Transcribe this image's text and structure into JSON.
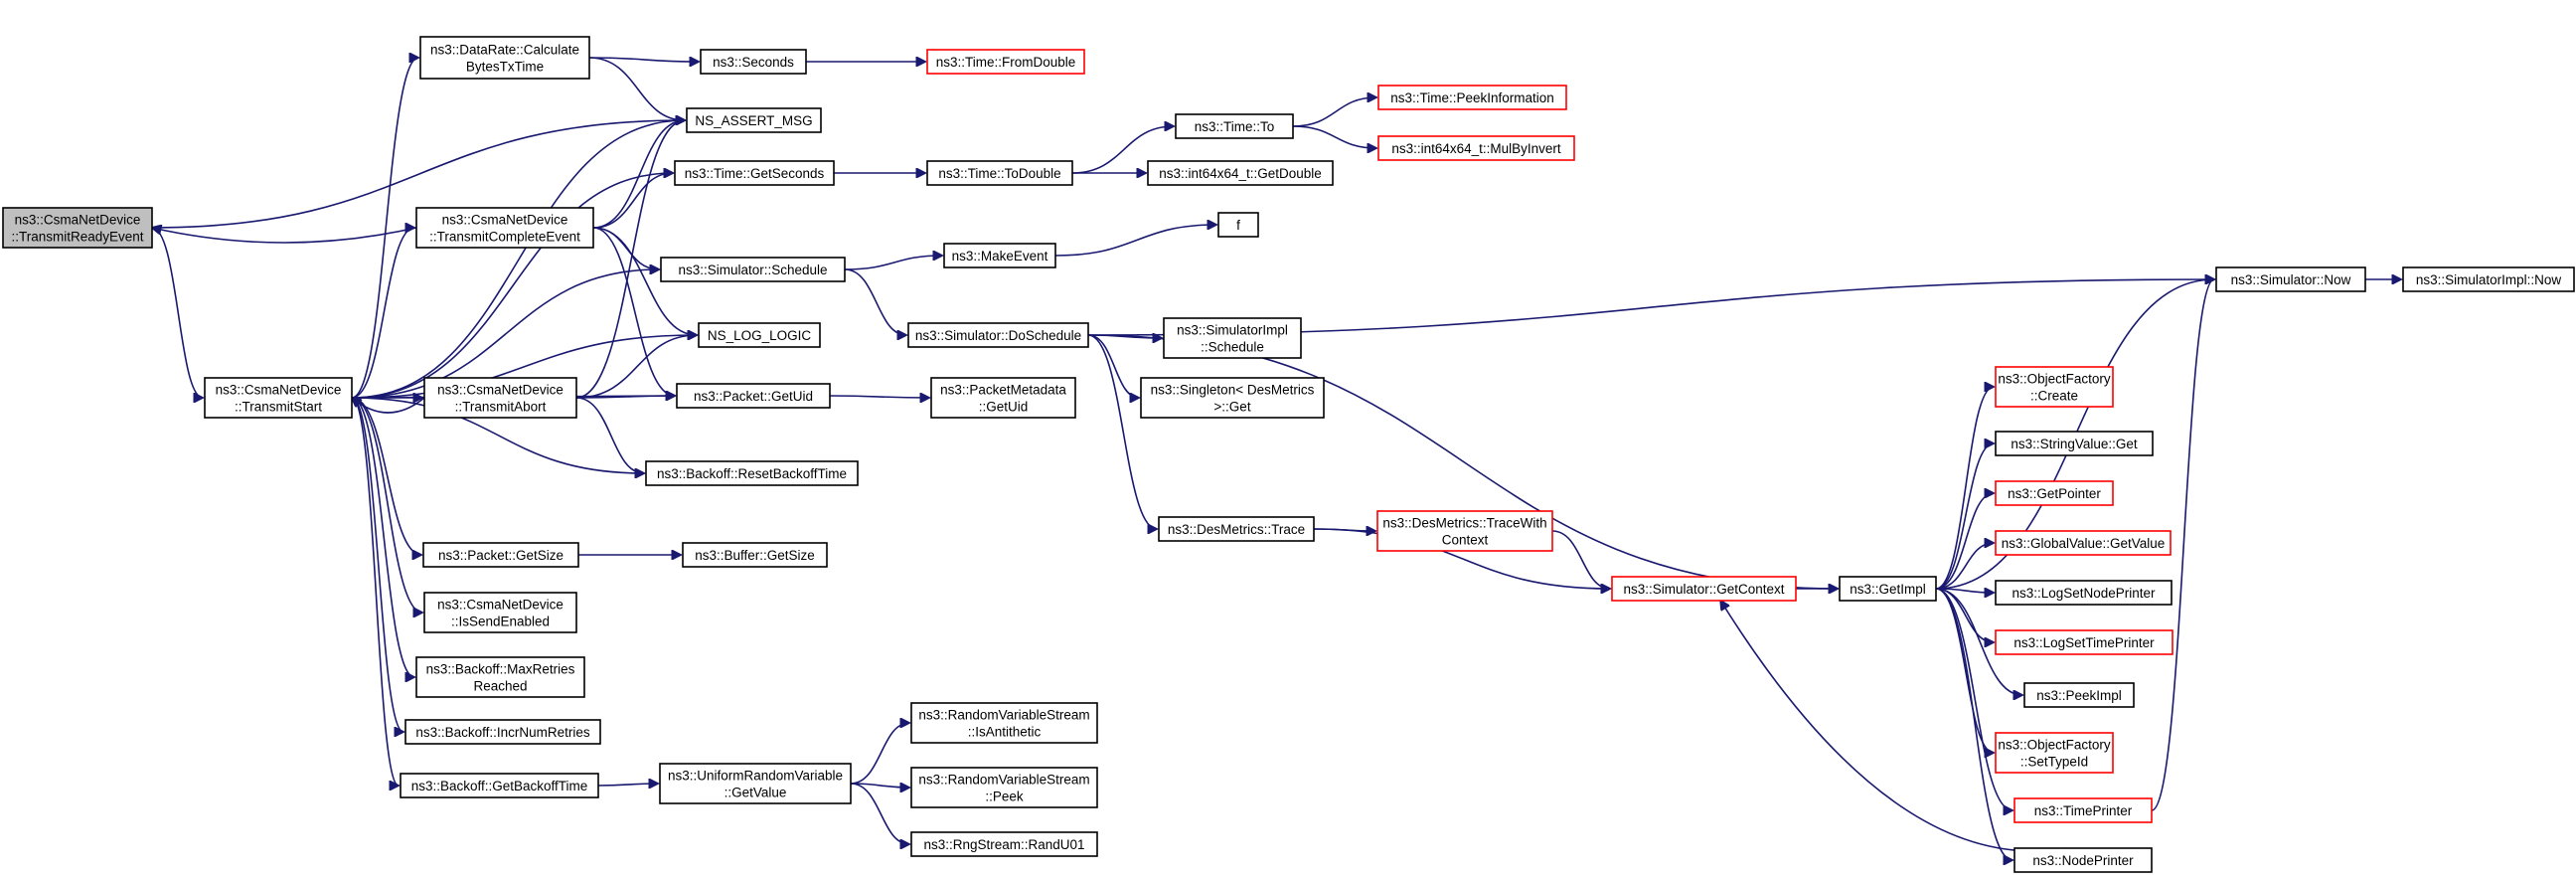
{
  "nodes": [
    {
      "id": "root",
      "lines": [
        "ns3::CsmaNetDevice",
        "::TransmitReadyEvent"
      ],
      "style": "root"
    },
    {
      "id": "datarate",
      "lines": [
        "ns3::DataRate::Calculate",
        "BytesTxTime"
      ],
      "style": "normal"
    },
    {
      "id": "seconds",
      "lines": [
        "ns3::Seconds"
      ],
      "style": "normal"
    },
    {
      "id": "fromdouble",
      "lines": [
        "ns3::Time::FromDouble"
      ],
      "style": "red"
    },
    {
      "id": "assert",
      "lines": [
        "NS_ASSERT_MSG"
      ],
      "style": "normal"
    },
    {
      "id": "timeto",
      "lines": [
        "ns3::Time::To"
      ],
      "style": "normal"
    },
    {
      "id": "peekinfo",
      "lines": [
        "ns3::Time::PeekInformation"
      ],
      "style": "red"
    },
    {
      "id": "mulbyinvert",
      "lines": [
        "ns3::int64x64_t::MulByInvert"
      ],
      "style": "red"
    },
    {
      "id": "getseconds",
      "lines": [
        "ns3::Time::GetSeconds"
      ],
      "style": "normal"
    },
    {
      "id": "todouble",
      "lines": [
        "ns3::Time::ToDouble"
      ],
      "style": "normal"
    },
    {
      "id": "getdouble",
      "lines": [
        "ns3::int64x64_t::GetDouble"
      ],
      "style": "normal"
    },
    {
      "id": "txcomplete",
      "lines": [
        "ns3::CsmaNetDevice",
        "::TransmitCompleteEvent"
      ],
      "style": "normal"
    },
    {
      "id": "makeevent",
      "lines": [
        "ns3::MakeEvent"
      ],
      "style": "normal"
    },
    {
      "id": "f",
      "lines": [
        "f"
      ],
      "style": "normal"
    },
    {
      "id": "schedule",
      "lines": [
        "ns3::Simulator::Schedule"
      ],
      "style": "normal"
    },
    {
      "id": "now",
      "lines": [
        "ns3::Simulator::Now"
      ],
      "style": "normal"
    },
    {
      "id": "implnow",
      "lines": [
        "ns3::SimulatorImpl::Now"
      ],
      "style": "normal"
    },
    {
      "id": "doschedule",
      "lines": [
        "ns3::Simulator::DoSchedule"
      ],
      "style": "normal"
    },
    {
      "id": "nslog",
      "lines": [
        "NS_LOG_LOGIC"
      ],
      "style": "normal"
    },
    {
      "id": "implschedule",
      "lines": [
        "ns3::SimulatorImpl",
        "::Schedule"
      ],
      "style": "normal"
    },
    {
      "id": "txstart",
      "lines": [
        "ns3::CsmaNetDevice",
        "::TransmitStart"
      ],
      "style": "normal"
    },
    {
      "id": "txabort",
      "lines": [
        "ns3::CsmaNetDevice",
        "::TransmitAbort"
      ],
      "style": "normal"
    },
    {
      "id": "getuid",
      "lines": [
        "ns3::Packet::GetUid"
      ],
      "style": "normal"
    },
    {
      "id": "metagetuid",
      "lines": [
        "ns3::PacketMetadata",
        "::GetUid"
      ],
      "style": "normal"
    },
    {
      "id": "singleton",
      "lines": [
        "ns3::Singleton< DesMetrics",
        ">::Get"
      ],
      "style": "normal"
    },
    {
      "id": "ofcreate",
      "lines": [
        "ns3::ObjectFactory",
        "::Create"
      ],
      "style": "red"
    },
    {
      "id": "stringget",
      "lines": [
        "ns3::StringValue::Get"
      ],
      "style": "normal"
    },
    {
      "id": "resetbackoff",
      "lines": [
        "ns3::Backoff::ResetBackoffTime"
      ],
      "style": "normal"
    },
    {
      "id": "getpointer",
      "lines": [
        "ns3::GetPointer"
      ],
      "style": "red"
    },
    {
      "id": "desmetricstrace",
      "lines": [
        "ns3::DesMetrics::Trace"
      ],
      "style": "normal"
    },
    {
      "id": "tracewith",
      "lines": [
        "ns3::DesMetrics::TraceWith",
        "Context"
      ],
      "style": "red"
    },
    {
      "id": "globalget",
      "lines": [
        "ns3::GlobalValue::GetValue"
      ],
      "style": "red"
    },
    {
      "id": "getsize",
      "lines": [
        "ns3::Packet::GetSize"
      ],
      "style": "normal"
    },
    {
      "id": "buffergetsize",
      "lines": [
        "ns3::Buffer::GetSize"
      ],
      "style": "normal"
    },
    {
      "id": "getcontext",
      "lines": [
        "ns3::Simulator::GetContext"
      ],
      "style": "red"
    },
    {
      "id": "getimpl",
      "lines": [
        "ns3::GetImpl"
      ],
      "style": "normal"
    },
    {
      "id": "lognodeprinter",
      "lines": [
        "ns3::LogSetNodePrinter"
      ],
      "style": "normal"
    },
    {
      "id": "issendenabled",
      "lines": [
        "ns3::CsmaNetDevice",
        "::IsSendEnabled"
      ],
      "style": "normal"
    },
    {
      "id": "logtimeprinter",
      "lines": [
        "ns3::LogSetTimePrinter"
      ],
      "style": "red"
    },
    {
      "id": "maxretries",
      "lines": [
        "ns3::Backoff::MaxRetries",
        "Reached"
      ],
      "style": "normal"
    },
    {
      "id": "peekimpl",
      "lines": [
        "ns3::PeekImpl"
      ],
      "style": "normal"
    },
    {
      "id": "isantithetic",
      "lines": [
        "ns3::RandomVariableStream",
        "::IsAntithetic"
      ],
      "style": "normal"
    },
    {
      "id": "incrretries",
      "lines": [
        "ns3::Backoff::IncrNumRetries"
      ],
      "style": "normal"
    },
    {
      "id": "settypeid",
      "lines": [
        "ns3::ObjectFactory",
        "::SetTypeId"
      ],
      "style": "red"
    },
    {
      "id": "getbackoff",
      "lines": [
        "ns3::Backoff::GetBackoffTime"
      ],
      "style": "normal"
    },
    {
      "id": "urvgetvalue",
      "lines": [
        "ns3::UniformRandomVariable",
        "::GetValue"
      ],
      "style": "normal"
    },
    {
      "id": "rvspeek",
      "lines": [
        "ns3::RandomVariableStream",
        "::Peek"
      ],
      "style": "normal"
    },
    {
      "id": "timeprinter",
      "lines": [
        "ns3::TimePrinter"
      ],
      "style": "red"
    },
    {
      "id": "randu01",
      "lines": [
        "ns3::RngStream::RandU01"
      ],
      "style": "normal"
    },
    {
      "id": "nodeprinter",
      "lines": [
        "ns3::NodePrinter"
      ],
      "style": "normal"
    }
  ],
  "edges": [
    [
      "root",
      "assert"
    ],
    [
      "root",
      "txstart"
    ],
    [
      "datarate",
      "seconds"
    ],
    [
      "datarate",
      "assert"
    ],
    [
      "seconds",
      "fromdouble"
    ],
    [
      "timeto",
      "peekinfo"
    ],
    [
      "timeto",
      "mulbyinvert"
    ],
    [
      "getseconds",
      "todouble"
    ],
    [
      "todouble",
      "timeto"
    ],
    [
      "todouble",
      "getdouble"
    ],
    [
      "txcomplete",
      "root"
    ],
    [
      "txcomplete",
      "assert"
    ],
    [
      "txcomplete",
      "getseconds"
    ],
    [
      "txcomplete",
      "schedule"
    ],
    [
      "txcomplete",
      "nslog"
    ],
    [
      "txcomplete",
      "getuid"
    ],
    [
      "makeevent",
      "f"
    ],
    [
      "schedule",
      "makeevent"
    ],
    [
      "schedule",
      "doschedule"
    ],
    [
      "now",
      "implnow"
    ],
    [
      "doschedule",
      "now"
    ],
    [
      "doschedule",
      "implschedule"
    ],
    [
      "doschedule",
      "singleton"
    ],
    [
      "doschedule",
      "desmetricstrace"
    ],
    [
      "doschedule",
      "getimpl"
    ],
    [
      "txstart",
      "datarate"
    ],
    [
      "txstart",
      "assert"
    ],
    [
      "txstart",
      "getseconds"
    ],
    [
      "txstart",
      "txcomplete"
    ],
    [
      "txstart",
      "schedule"
    ],
    [
      "txstart",
      "nslog"
    ],
    [
      "txstart",
      "txabort"
    ],
    [
      "txstart",
      "getuid"
    ],
    [
      "txstart",
      "resetbackoff"
    ],
    [
      "txstart",
      "getsize"
    ],
    [
      "txstart",
      "issendenabled"
    ],
    [
      "txstart",
      "maxretries"
    ],
    [
      "txstart",
      "incrretries"
    ],
    [
      "txstart",
      "getbackoff"
    ],
    [
      "txabort",
      "assert"
    ],
    [
      "txabort",
      "nslog"
    ],
    [
      "txabort",
      "txstart"
    ],
    [
      "txabort",
      "getuid"
    ],
    [
      "txabort",
      "resetbackoff"
    ],
    [
      "getuid",
      "metagetuid"
    ],
    [
      "desmetricstrace",
      "tracewith"
    ],
    [
      "desmetricstrace",
      "getcontext"
    ],
    [
      "tracewith",
      "getcontext"
    ],
    [
      "getsize",
      "buffergetsize"
    ],
    [
      "getcontext",
      "getimpl"
    ],
    [
      "getimpl",
      "now"
    ],
    [
      "getimpl",
      "ofcreate"
    ],
    [
      "getimpl",
      "stringget"
    ],
    [
      "getimpl",
      "getpointer"
    ],
    [
      "getimpl",
      "globalget"
    ],
    [
      "getimpl",
      "lognodeprinter"
    ],
    [
      "getimpl",
      "logtimeprinter"
    ],
    [
      "getimpl",
      "peekimpl"
    ],
    [
      "getimpl",
      "settypeid"
    ],
    [
      "getimpl",
      "timeprinter"
    ],
    [
      "getimpl",
      "nodeprinter"
    ],
    [
      "timeprinter",
      "now"
    ],
    [
      "nodeprinter",
      "getcontext"
    ],
    [
      "getbackoff",
      "urvgetvalue"
    ],
    [
      "urvgetvalue",
      "isantithetic"
    ],
    [
      "urvgetvalue",
      "rvspeek"
    ],
    [
      "urvgetvalue",
      "randu01"
    ]
  ]
}
